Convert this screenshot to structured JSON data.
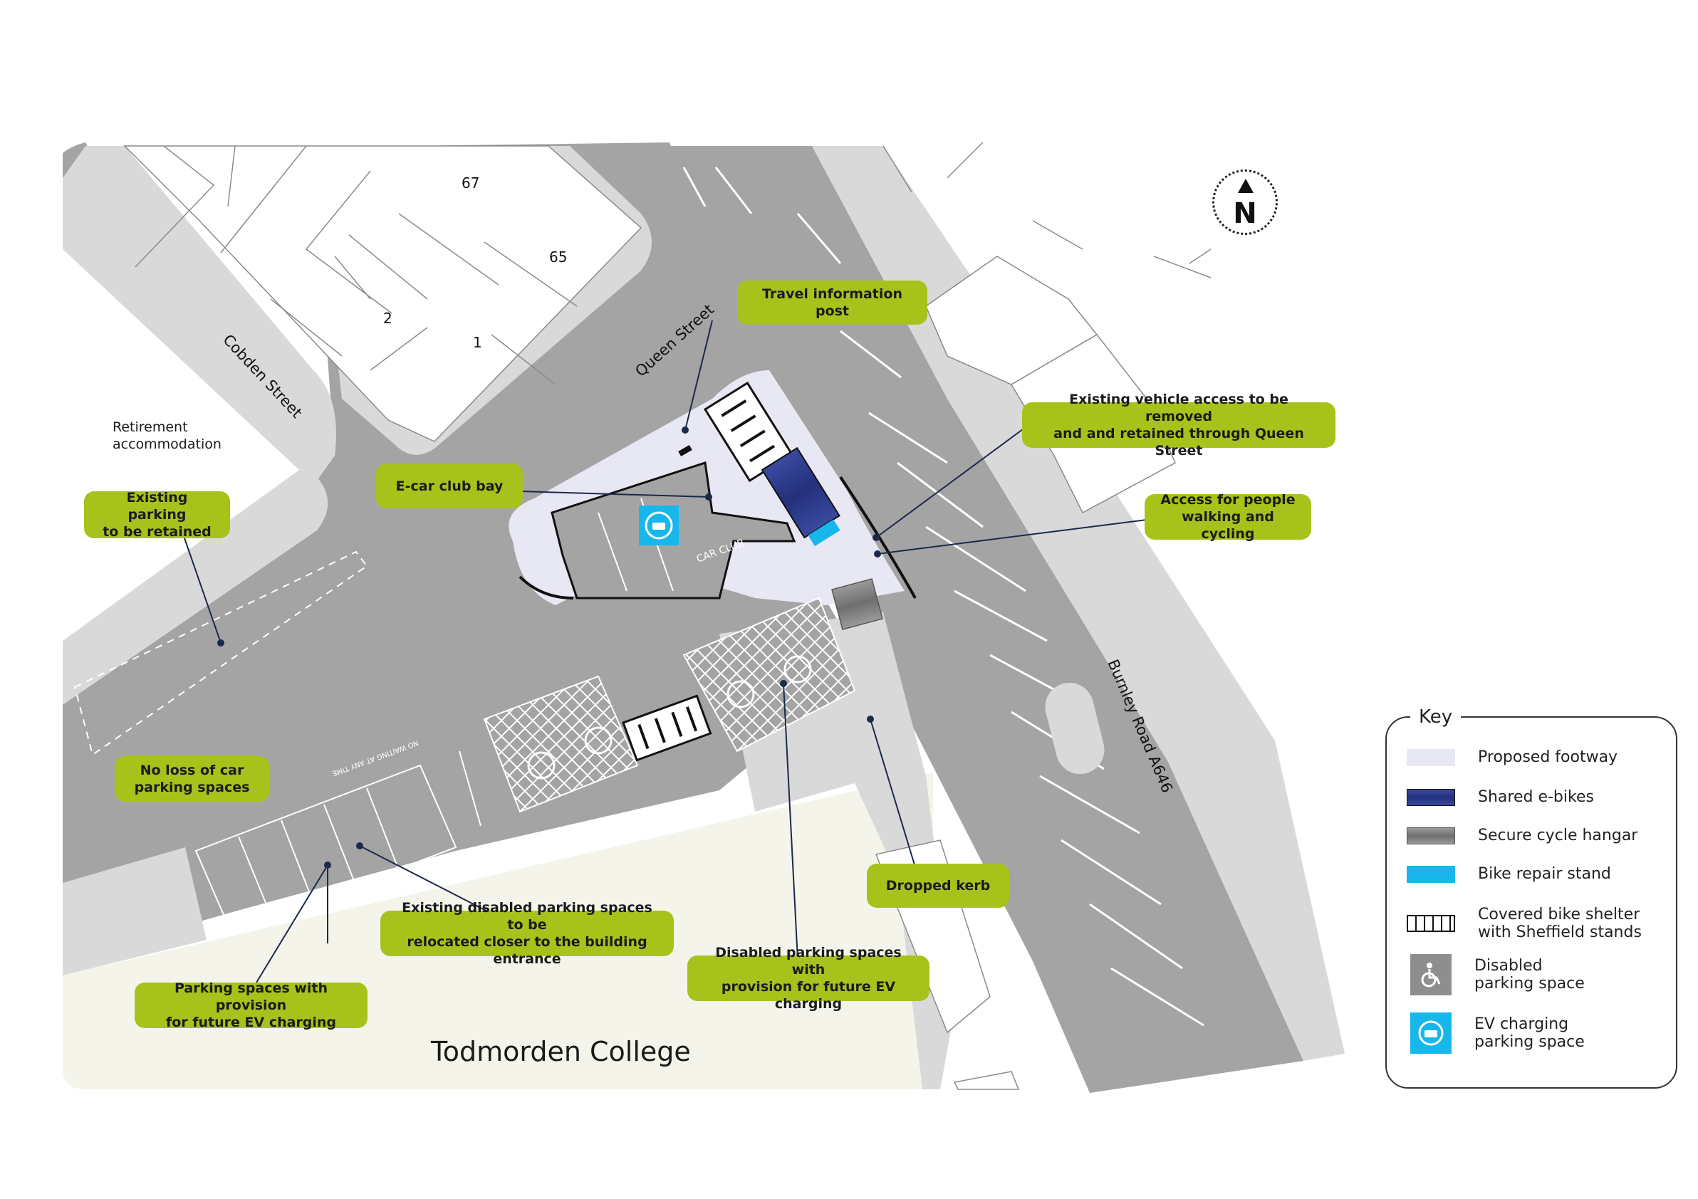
{
  "map": {
    "title": "Todmorden College",
    "streets": {
      "cobden": "Cobden Street",
      "queen": "Queen Street",
      "burnley": "Burnley Road A646"
    },
    "building_numbers": [
      "67",
      "65",
      "2",
      "1"
    ],
    "area_label": "Retirement\naccommodation",
    "car_club_marking": "CAR CLUB",
    "road_marking": "NO WAITING\nAT ANY TIME",
    "north_label": "N"
  },
  "callouts": {
    "travel_info": "Travel information post",
    "vehicle_access": "Existing vehicle access to be removed\nand and retained through Queen Street",
    "ecar_club": "E-car club bay",
    "access_walking": "Access for people\nwalking and cycling",
    "existing_parking": "Existing parking\nto be retained",
    "no_loss": "No loss of car\nparking spaces",
    "dropped_kerb": "Dropped kerb",
    "disabled_relocated": "Existing disabled parking spaces to be\nrelocated closer to the building entrance",
    "disabled_ev": "Disabled parking spaces with\nprovision for future EV charging",
    "parking_ev": "Parking spaces with provision\nfor future EV charging"
  },
  "key": {
    "title": "Key",
    "items": [
      {
        "label": "Proposed footway",
        "color": "#e8e8f4"
      },
      {
        "label": "Shared e-bikes",
        "color": "#2a3a8c"
      },
      {
        "label": "Secure cycle hangar",
        "color": "#8a8a8a"
      },
      {
        "label": "Bike repair stand",
        "color": "#17b7ec"
      },
      {
        "label": "Covered bike shelter\nwith Sheffield stands",
        "icon": "bike-shelter-icon"
      },
      {
        "label": "Disabled\nparking space",
        "icon": "wheelchair-icon",
        "color": "#8e8e8e"
      },
      {
        "label": "EV charging\nparking space",
        "icon": "ev-charging-icon",
        "color": "#17b7ec"
      }
    ]
  },
  "colors": {
    "road": "#a4a4a4",
    "pavement": "#d9d9d9",
    "campus": "#f5f4ea",
    "footway": "#e8e8f4",
    "callout": "#a8c21c",
    "ebike": "#2a3a8c",
    "repair": "#17b7ec"
  }
}
